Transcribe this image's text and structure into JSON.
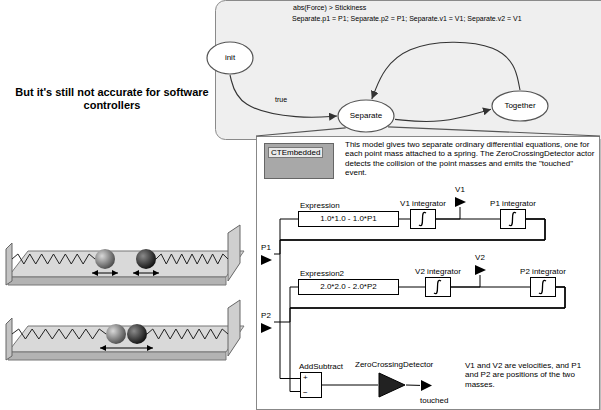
{
  "diagram": {
    "nodes": [
      {
        "text": [
          "init"
        ]
      },
      {
        "text": [
          "Separate"
        ]
      },
      {
        "text": [
          "Together"
        ]
      },
      {
        "text": [
          "This model gives two separate ordinary differential equations, one for each point mass attached to a spring. The ZeroCrossingDetector actor detects the collision of the point masses and emits the \"touched\" event.",
          "V1 and V2 are velocities, and P1 and P2 are positions of the two masses."
        ]
      },
      {
        "text": [
          "CTEmbedded"
        ],
        "in": 3
      },
      {
        "text": [
          "Expression",
          "1.0*1.0 - 1.0*P1"
        ],
        "in": 3
      },
      {
        "text": [
          "V1 integrator"
        ],
        "in": 3
      },
      {
        "text": [
          "V1"
        ],
        "in": 3
      },
      {
        "text": [
          "P1 integrator"
        ],
        "in": 3
      },
      {
        "text": [
          "P1"
        ],
        "in": 3
      },
      {
        "text": [
          "Expression2",
          "2.0*2.0 - 2.0*P2"
        ],
        "in": 3
      },
      {
        "text": [
          "V2 integrator"
        ],
        "in": 3
      },
      {
        "text": [
          "V2"
        ],
        "in": 3
      },
      {
        "text": [
          "P2 integrator"
        ],
        "in": 3
      },
      {
        "text": [
          "P2"
        ],
        "in": 3
      },
      {
        "text": [
          "AddSubtract",
          "+",
          "−"
        ],
        "in": 3
      },
      {
        "text": [
          "ZeroCrossingDetector"
        ],
        "in": 3
      },
      {
        "text": [
          "touched"
        ],
        "in": 3
      }
    ],
    "edges": [
      {
        "from": 0,
        "to": 1,
        "arrow": "to",
        "label": "true"
      },
      {
        "from": 2,
        "to": 1,
        "arrow": "to",
        "label": "abs(Force) > Stickiness"
      },
      {
        "from": 1,
        "to": 2,
        "arrow": "to"
      },
      {
        "from": 1,
        "to": 3,
        "arrow": "none"
      },
      {
        "from": 1,
        "to": 3,
        "arrow": "none"
      },
      {
        "from": 5,
        "to": 6,
        "arrow": "none"
      },
      {
        "from": 6,
        "to": 8,
        "arrow": "none"
      },
      {
        "from": 6,
        "to": 7,
        "arrow": "none"
      },
      {
        "from": 8,
        "to": 5,
        "arrow": "none"
      },
      {
        "from": 8,
        "to": 9,
        "arrow": "none"
      },
      {
        "from": 8,
        "to": 15,
        "arrow": "none"
      },
      {
        "from": 10,
        "to": 11,
        "arrow": "none"
      },
      {
        "from": 11,
        "to": 13,
        "arrow": "none"
      },
      {
        "from": 11,
        "to": 12,
        "arrow": "none"
      },
      {
        "from": 13,
        "to": 10,
        "arrow": "none"
      },
      {
        "from": 13,
        "to": 14,
        "arrow": "none"
      },
      {
        "from": 13,
        "to": 15,
        "arrow": "none"
      },
      {
        "from": 15,
        "to": 16,
        "arrow": "none"
      },
      {
        "from": 16,
        "to": 17,
        "arrow": "none"
      }
    ],
    "labels": [
      "Separate.p1 = P1; Separate.p2 = P1; Separate.v1 = V1; Separate.v2 = V1",
      "But it's still not accurate for software controllers"
    ]
  }
}
